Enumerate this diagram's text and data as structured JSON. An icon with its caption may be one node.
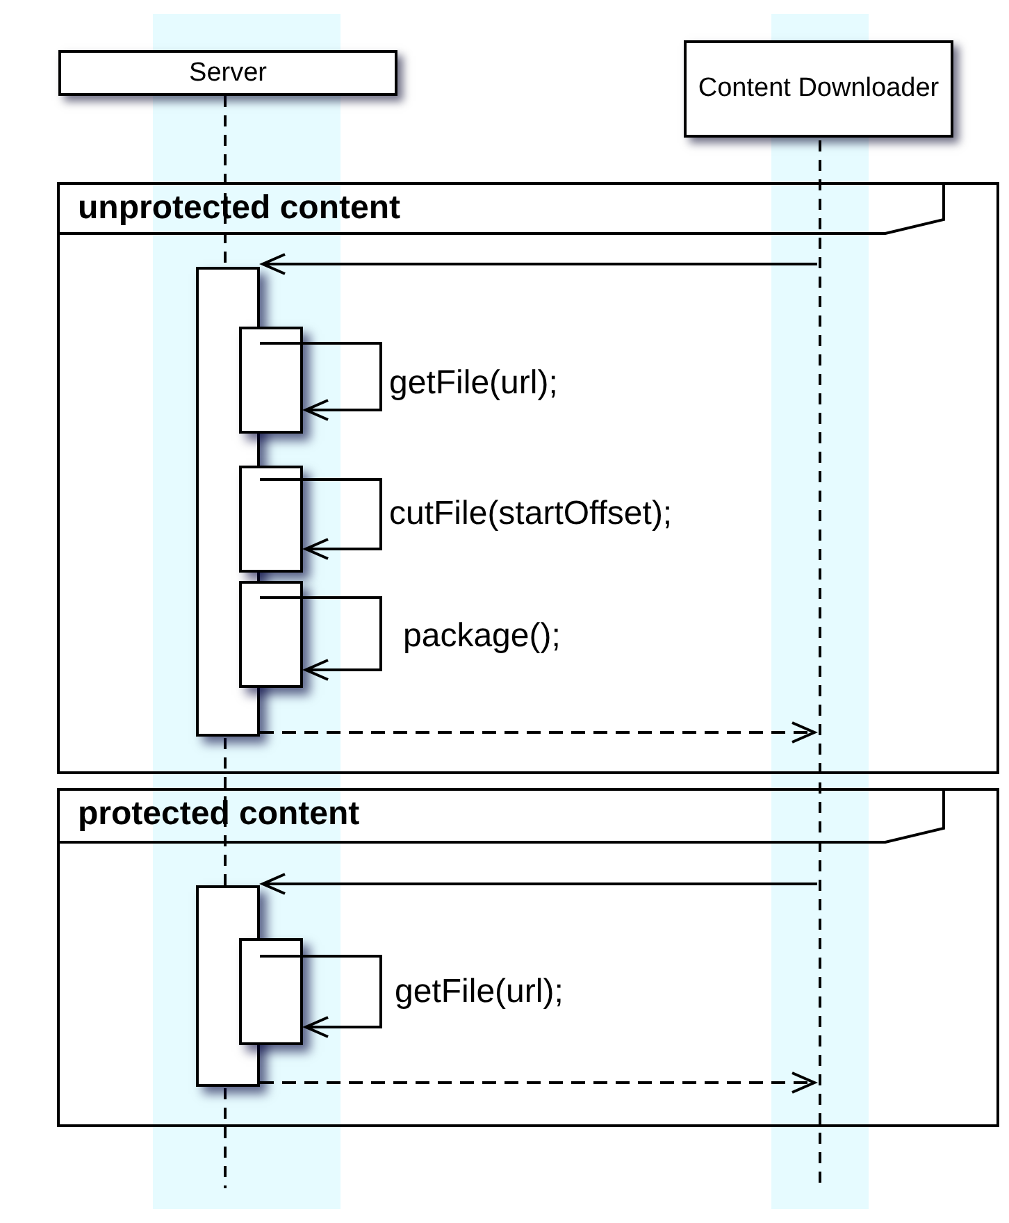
{
  "diagram": {
    "nodes": [
      {
        "text": [
          "Server"
        ]
      },
      {
        "text": [
          "Content Downloader"
        ]
      },
      {
        "text": [],
        "shape": "bar"
      },
      {
        "text": [],
        "shape": "bar"
      },
      {
        "text": [],
        "shape": "bar"
      },
      {
        "text": [],
        "shape": "bar"
      },
      {
        "text": [],
        "shape": "bar"
      },
      {
        "text": [],
        "shape": "bar"
      },
      {
        "text": [],
        "shape": "line"
      }
    ],
    "edges": [
      {
        "from": 8,
        "to": 2,
        "arrow": "to"
      },
      {
        "from": 2,
        "to": 3,
        "arrow": "to",
        "label": "getFile(url);"
      },
      {
        "from": 2,
        "to": 4,
        "arrow": "to",
        "label": "cutFile(startOffset);"
      },
      {
        "from": 2,
        "to": 5,
        "arrow": "to",
        "label": "package();"
      },
      {
        "from": 2,
        "to": 8,
        "arrow": "to",
        "style": "dashed"
      },
      {
        "from": 8,
        "to": 6,
        "arrow": "to"
      },
      {
        "from": 6,
        "to": 7,
        "arrow": "to",
        "label": "getFile(url);"
      },
      {
        "from": 6,
        "to": 8,
        "arrow": "to",
        "style": "dashed"
      }
    ],
    "labels": [
      "unprotected content",
      "protected content"
    ]
  }
}
